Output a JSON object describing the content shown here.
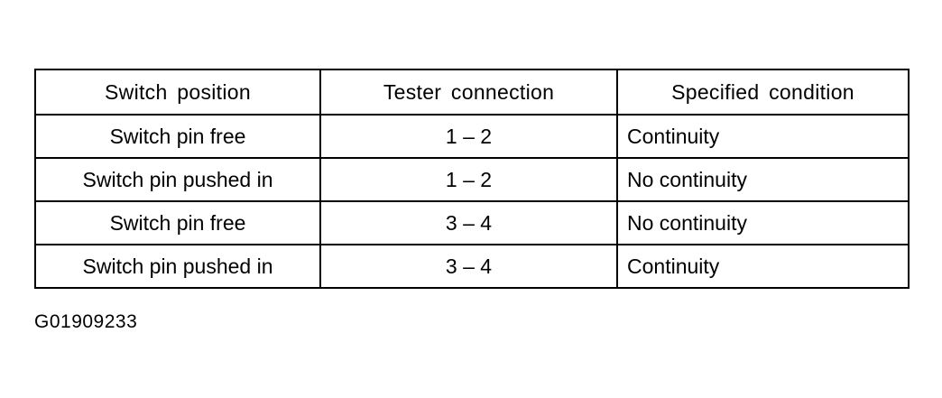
{
  "table": {
    "headers": [
      "Switch position",
      "Tester connection",
      "Specified condition"
    ],
    "rows": [
      [
        "Switch pin free",
        "1 – 2",
        "Continuity"
      ],
      [
        "Switch pin pushed in",
        "1 – 2",
        "No continuity"
      ],
      [
        "Switch pin free",
        "3 – 4",
        "No continuity"
      ],
      [
        "Switch pin pushed in",
        "3 – 4",
        "Continuity"
      ]
    ]
  },
  "figure_id": "G01909233"
}
